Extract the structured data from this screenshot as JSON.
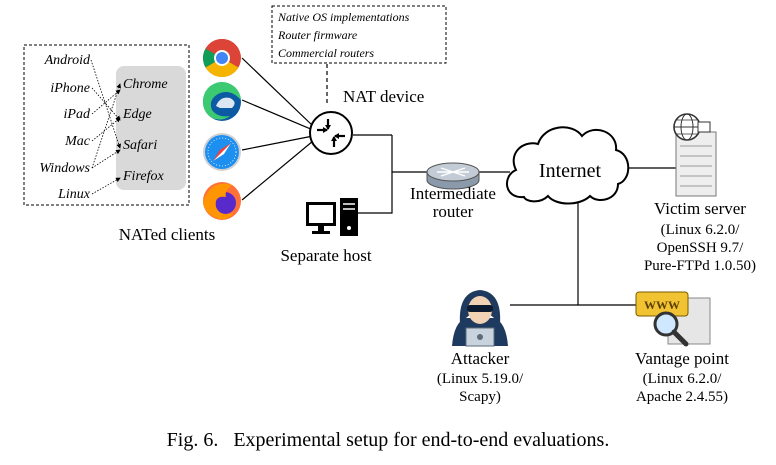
{
  "nat_impl": [
    "Native OS implementations",
    "Router firmware",
    "Commercial routers"
  ],
  "os_list": [
    "Android",
    "iPhone",
    "iPad",
    "Mac",
    "Windows",
    "Linux"
  ],
  "browsers": [
    "Chrome",
    "Edge",
    "Safari",
    "Firefox"
  ],
  "browser_icons": [
    "chrome-icon",
    "edge-icon",
    "safari-icon",
    "firefox-icon"
  ],
  "labels": {
    "nat_device": "NAT device",
    "nated_clients": "NATed clients",
    "separate_host": "Separate host",
    "intermediate_router_1": "Intermediate",
    "intermediate_router_2": "router",
    "internet": "Internet",
    "victim_title": "Victim server",
    "victim_l1": "(Linux 6.2.0/",
    "victim_l2": "OpenSSH 9.7/",
    "victim_l3": "Pure-FTPd 1.0.50)",
    "attacker_title": "Attacker",
    "attacker_l1": "(Linux 5.19.0/",
    "attacker_l2": "Scapy)",
    "vantage_title": "Vantage point",
    "vantage_l1": "(Linux 6.2.0/",
    "vantage_l2": "Apache 2.4.55)",
    "www": "WWW"
  },
  "caption": "Fig. 6.   Experimental setup for end-to-end evaluations.",
  "colors": {
    "browser_box": "#d9d9d9",
    "chrome_red": "#db4437",
    "chrome_yellow": "#f4b400",
    "chrome_green": "#0f9d58",
    "chrome_blue": "#4285f4",
    "edge_blue": "#0c59a4",
    "edge_green": "#3bc971",
    "safari_blue": "#1d8ff0",
    "firefox_orange": "#ff7139",
    "firefox_purple": "#592acb",
    "attacker_navy": "#1f3a5f",
    "vantage_yellow": "#f1c232"
  }
}
